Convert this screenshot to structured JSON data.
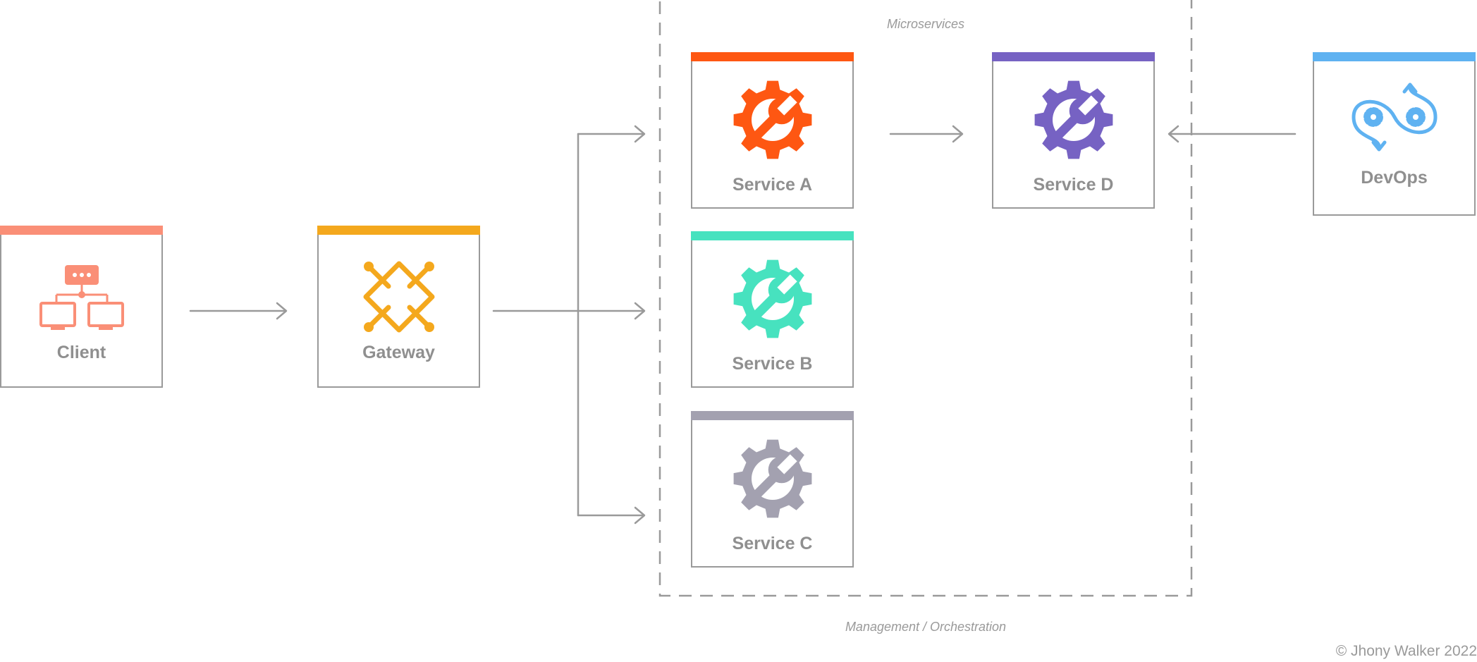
{
  "diagram": {
    "group": {
      "top_label": "Microservices",
      "bottom_label": "Management / Orchestration"
    },
    "nodes": {
      "client": {
        "label": "Client",
        "color": "#fa8f77",
        "icon": "network-computers-icon"
      },
      "gateway": {
        "label": "Gateway",
        "color": "#f4a81d",
        "icon": "gateway-icon"
      },
      "service_a": {
        "label": "Service A",
        "color": "#fe5712",
        "icon": "gear-wrench-icon"
      },
      "service_b": {
        "label": "Service B",
        "color": "#47e2bf",
        "icon": "gear-wrench-icon"
      },
      "service_c": {
        "label": "Service C",
        "color": "#a3a1b0",
        "icon": "gear-wrench-icon"
      },
      "service_d": {
        "label": "Service D",
        "color": "#7662c3",
        "icon": "gear-wrench-icon"
      },
      "devops": {
        "label": "DevOps",
        "color": "#5fb2f1",
        "icon": "devops-gears-icon"
      }
    },
    "edges": [
      {
        "from": "Client",
        "to": "Gateway"
      },
      {
        "from": "Gateway",
        "to": "Service A"
      },
      {
        "from": "Gateway",
        "to": "Service B"
      },
      {
        "from": "Gateway",
        "to": "Service C"
      },
      {
        "from": "Service A",
        "to": "Service D"
      },
      {
        "from": "DevOps",
        "to": "Service D"
      }
    ],
    "copyright": "© Jhony Walker 2022"
  }
}
